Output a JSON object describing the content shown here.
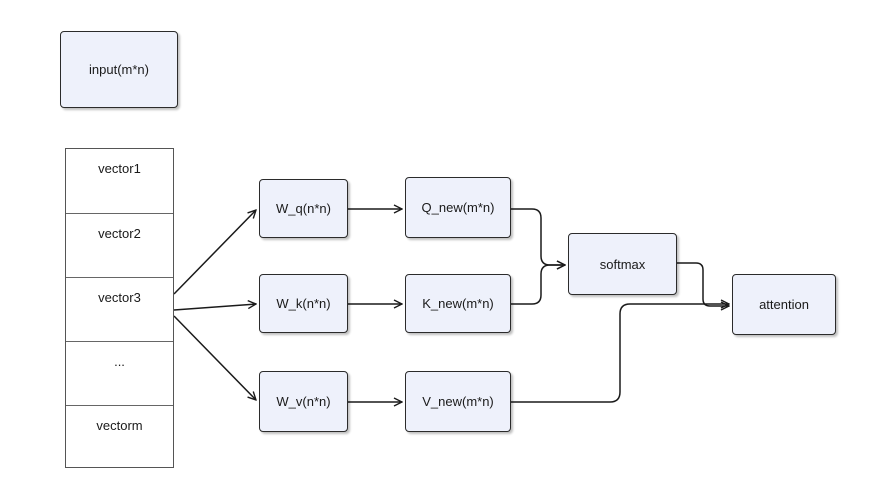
{
  "input_box": {
    "label": "input(m*n)"
  },
  "vectors": [
    "vector1",
    "vector2",
    "vector3",
    "...",
    "vectorm"
  ],
  "weights": {
    "q": "W_q(n*n)",
    "k": "W_k(n*n)",
    "v": "W_v(n*n)"
  },
  "projections": {
    "q": "Q_new(m*n)",
    "k": "K_new(m*n)",
    "v": "V_new(m*n)"
  },
  "softmax": {
    "label": "softmax"
  },
  "attention": {
    "label": "attention"
  },
  "colors": {
    "node_fill": "#eef1fb",
    "stroke": "#2b2b2b"
  }
}
